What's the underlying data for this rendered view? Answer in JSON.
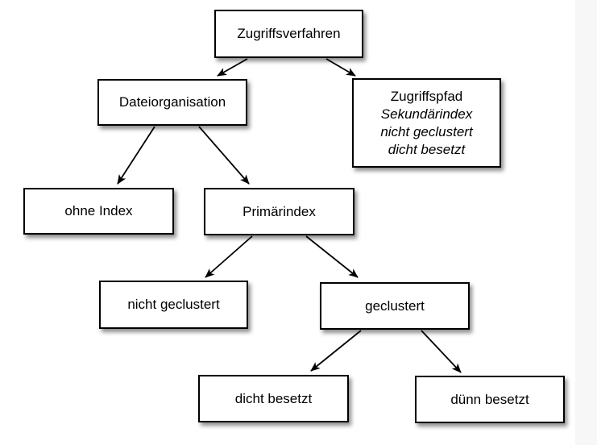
{
  "nodes": {
    "zugriffsverfahren": {
      "label": "Zugriffsverfahren"
    },
    "dateiorganisation": {
      "label": "Dateiorganisation"
    },
    "zugriffspfad": {
      "lines": [
        "Zugriffspfad",
        "Sekundärindex",
        "nicht geclustert",
        "dicht besetzt"
      ]
    },
    "ohne_index": {
      "label": "ohne Index"
    },
    "primaerindex": {
      "label": "Primärindex"
    },
    "nicht_geclustert": {
      "label": "nicht geclustert"
    },
    "geclustert": {
      "label": "geclustert"
    },
    "dicht_besetzt": {
      "label": "dicht besetzt"
    },
    "duenn_besetzt": {
      "label": "dünn besetzt"
    }
  },
  "edges": [
    {
      "from": "zugriffsverfahren",
      "to": "dateiorganisation"
    },
    {
      "from": "zugriffsverfahren",
      "to": "zugriffspfad"
    },
    {
      "from": "dateiorganisation",
      "to": "ohne_index"
    },
    {
      "from": "dateiorganisation",
      "to": "primaerindex"
    },
    {
      "from": "primaerindex",
      "to": "nicht_geclustert"
    },
    {
      "from": "primaerindex",
      "to": "geclustert"
    },
    {
      "from": "geclustert",
      "to": "dicht_besetzt"
    },
    {
      "from": "geclustert",
      "to": "duenn_besetzt"
    }
  ],
  "colors": {
    "box_border": "#000000",
    "box_background": "#ffffff",
    "text": "#000000",
    "page_background": "#ffffff",
    "page_edge_strip": "#f7f7f7"
  }
}
